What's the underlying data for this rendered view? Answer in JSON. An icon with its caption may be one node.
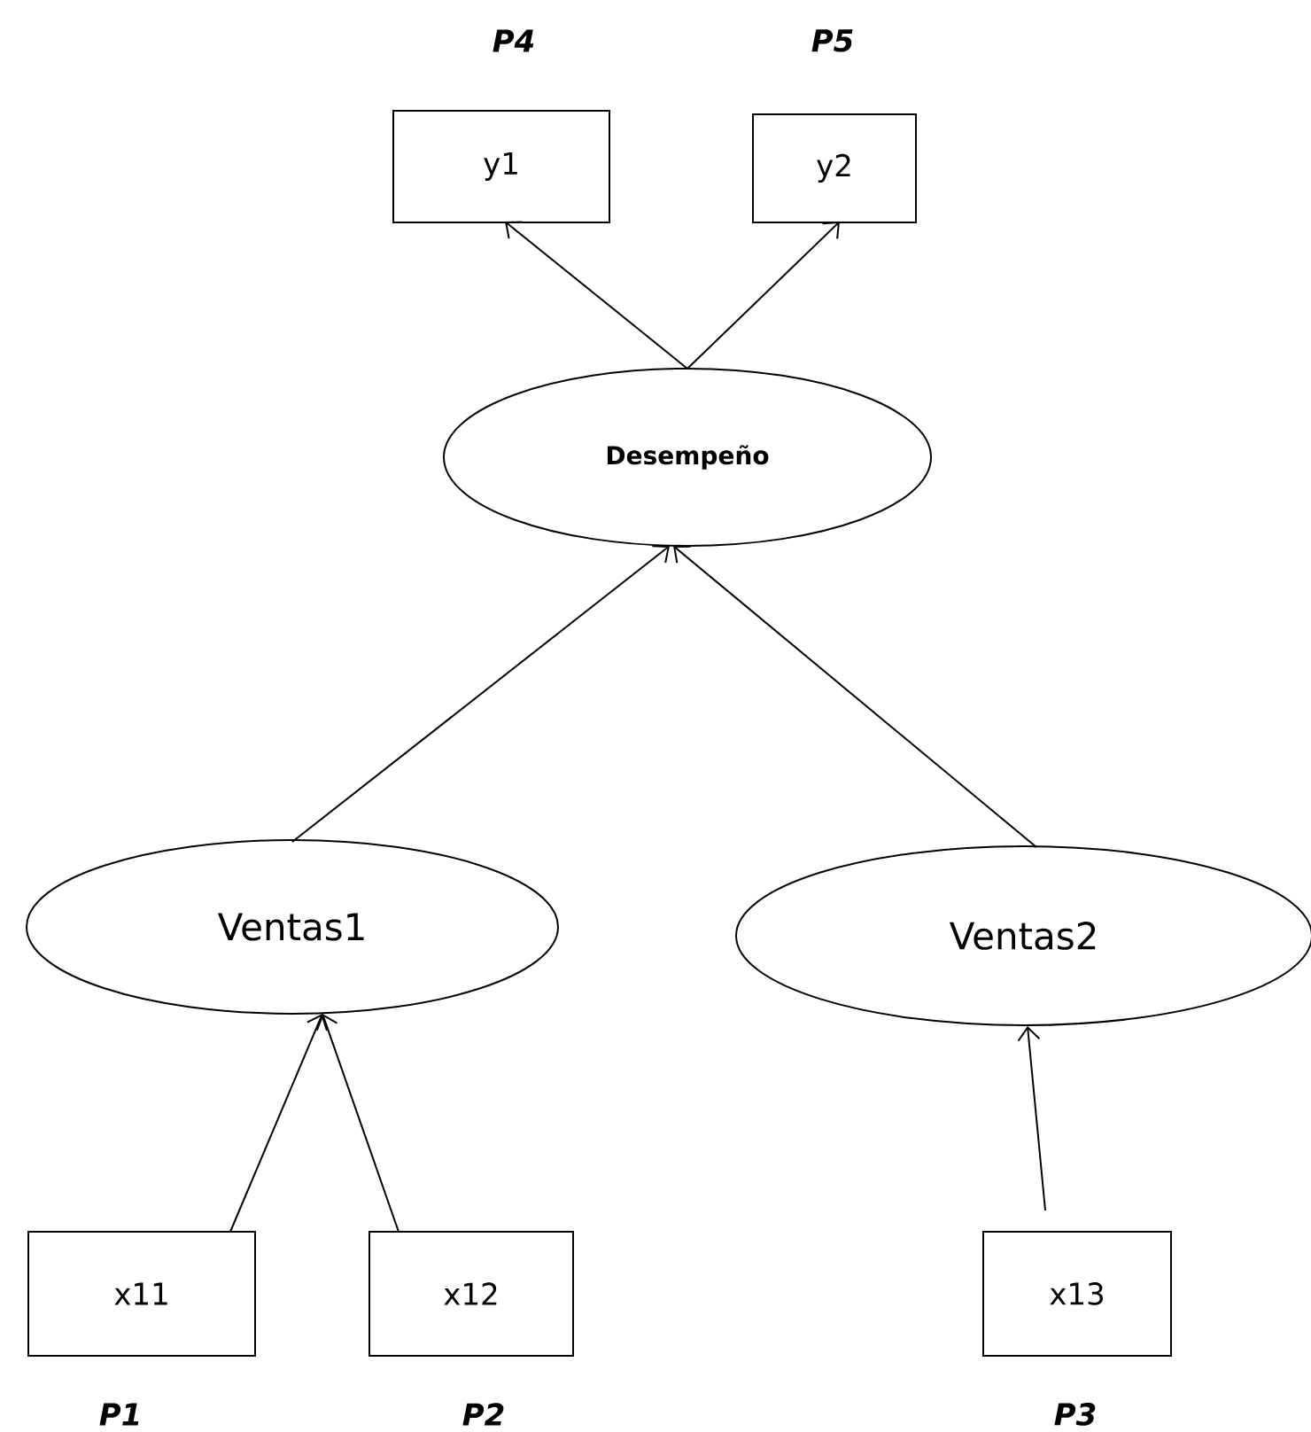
{
  "diagram": {
    "nodes": [
      {
        "text": [
          "y1"
        ],
        "beside": [
          "P4"
        ]
      },
      {
        "text": [
          "y2"
        ],
        "beside": [
          "P5"
        ]
      },
      {
        "text": [
          "Desempeño"
        ]
      },
      {
        "text": [
          "Ventas1"
        ]
      },
      {
        "text": [
          "Ventas2"
        ]
      },
      {
        "text": [
          "x11"
        ],
        "beside": [
          "P1"
        ]
      },
      {
        "text": [
          "x12"
        ],
        "beside": [
          "P2"
        ]
      },
      {
        "text": [
          "x13"
        ],
        "beside": [
          "P3"
        ]
      }
    ],
    "edges": [
      {
        "from": 2,
        "to": 0,
        "arrow": "to"
      },
      {
        "from": 2,
        "to": 1,
        "arrow": "to"
      },
      {
        "from": 3,
        "to": 2,
        "arrow": "to"
      },
      {
        "from": 4,
        "to": 2,
        "arrow": "to"
      },
      {
        "from": 5,
        "to": 3,
        "arrow": "to"
      },
      {
        "from": 6,
        "to": 3,
        "arrow": "to"
      },
      {
        "from": 7,
        "to": 4,
        "arrow": "to"
      }
    ]
  }
}
